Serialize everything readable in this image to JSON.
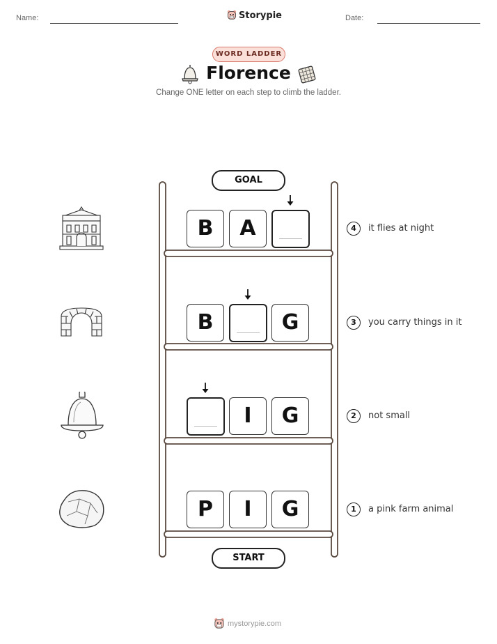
{
  "header": {
    "name_label": "Name:",
    "date_label": "Date:",
    "brand": "Storypie"
  },
  "badge": "WORD LADDER",
  "title": "Florence",
  "subtitle": "Change ONE letter on each step to climb the ladder.",
  "goal_label": "GOAL",
  "start_label": "START",
  "rungs": [
    {
      "number": "4",
      "clue": "it flies at night",
      "letters": [
        "B",
        "A",
        ""
      ],
      "icon": "palace-icon"
    },
    {
      "number": "3",
      "clue": "you carry things in it",
      "letters": [
        "B",
        "",
        "G"
      ],
      "icon": "stone-arch-icon"
    },
    {
      "number": "2",
      "clue": "not small",
      "letters": [
        "",
        "I",
        "G"
      ],
      "icon": "bell-icon"
    },
    {
      "number": "1",
      "clue": "a pink farm animal",
      "letters": [
        "P",
        "I",
        "G"
      ],
      "icon": "rock-icon"
    }
  ],
  "footer": "mystorypie.com",
  "colors": {
    "badge_border": "#d9776a",
    "badge_fill": "#fbe0da",
    "ladder": "#5a4a40"
  }
}
